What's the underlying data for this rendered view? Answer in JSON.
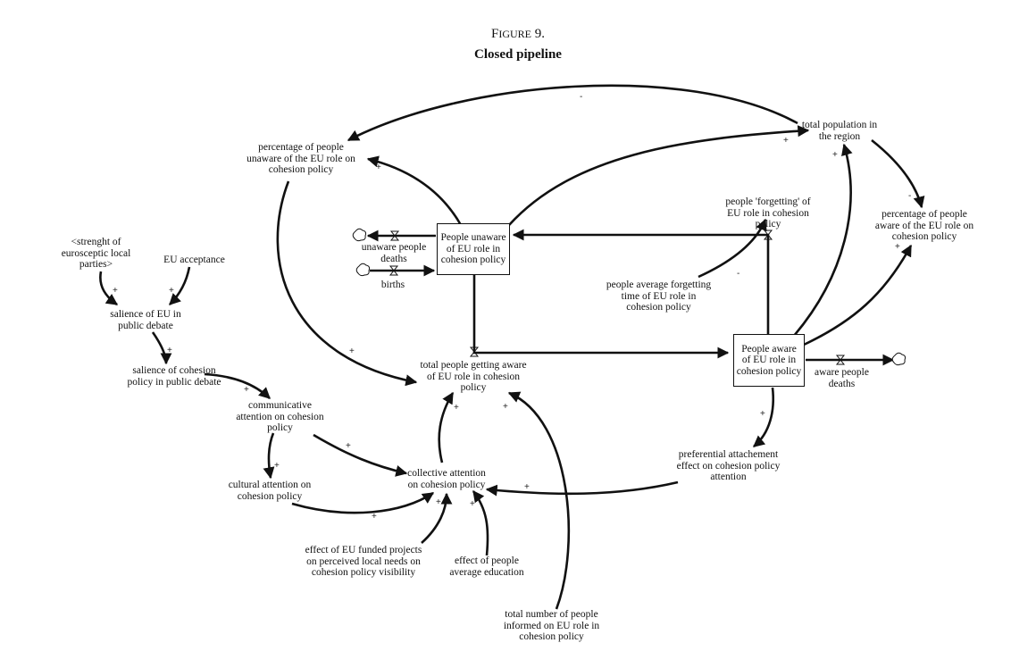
{
  "figure": {
    "label_initial": "F",
    "label_rest": "IGURE",
    "label_number": "9.",
    "title": "Closed pipeline"
  },
  "stocks": {
    "unaware": [
      "People unaware",
      "of EU role in",
      "cohesion policy"
    ],
    "aware": [
      "People aware",
      "of EU role in",
      "cohesion policy"
    ]
  },
  "variables": {
    "total_population": [
      "total population in",
      "the region"
    ],
    "pct_unaware": [
      "percentage of people",
      "unaware of the EU role on",
      "cohesion policy"
    ],
    "pct_aware": [
      "percentage of people",
      "aware of the EU role on",
      "cohesion policy"
    ],
    "forgetting": [
      "people 'forgetting' of",
      "EU role in cohesion",
      "policy"
    ],
    "forgetting_time": [
      "people average forgetting",
      "time of EU role in",
      "cohesion policy"
    ],
    "unaware_deaths": [
      "unaware people",
      "deaths"
    ],
    "births": [
      "births"
    ],
    "aware_deaths": [
      "aware people",
      "deaths"
    ],
    "getting_aware": [
      "total people getting aware",
      "of EU role in cohesion",
      "policy"
    ],
    "eurosceptic": [
      "<strenght of",
      "eurosceptic local",
      "parties>"
    ],
    "eu_acceptance": [
      "EU acceptance"
    ],
    "salience_eu": [
      "salience of EU in",
      "public debate"
    ],
    "salience_cohesion": [
      "salience of cohesion",
      "policy in public debate"
    ],
    "communicative": [
      "communicative",
      "attention on cohesion",
      "policy"
    ],
    "cultural": [
      "cultural attention on",
      "cohesion policy"
    ],
    "collective": [
      "collective attention",
      "on cohesion policy"
    ],
    "preferential": [
      "preferential attachement",
      "effect on cohesion policy",
      "attention"
    ],
    "funded_projects": [
      "effect of EU funded projects",
      "on perceived local needs on",
      "cohesion policy visibility"
    ],
    "education": [
      "effect of people",
      "average education"
    ],
    "informed": [
      "total number of people",
      "informed on EU role in",
      "cohesion policy"
    ]
  },
  "polarity": {
    "plus": "+",
    "minus": "-"
  }
}
